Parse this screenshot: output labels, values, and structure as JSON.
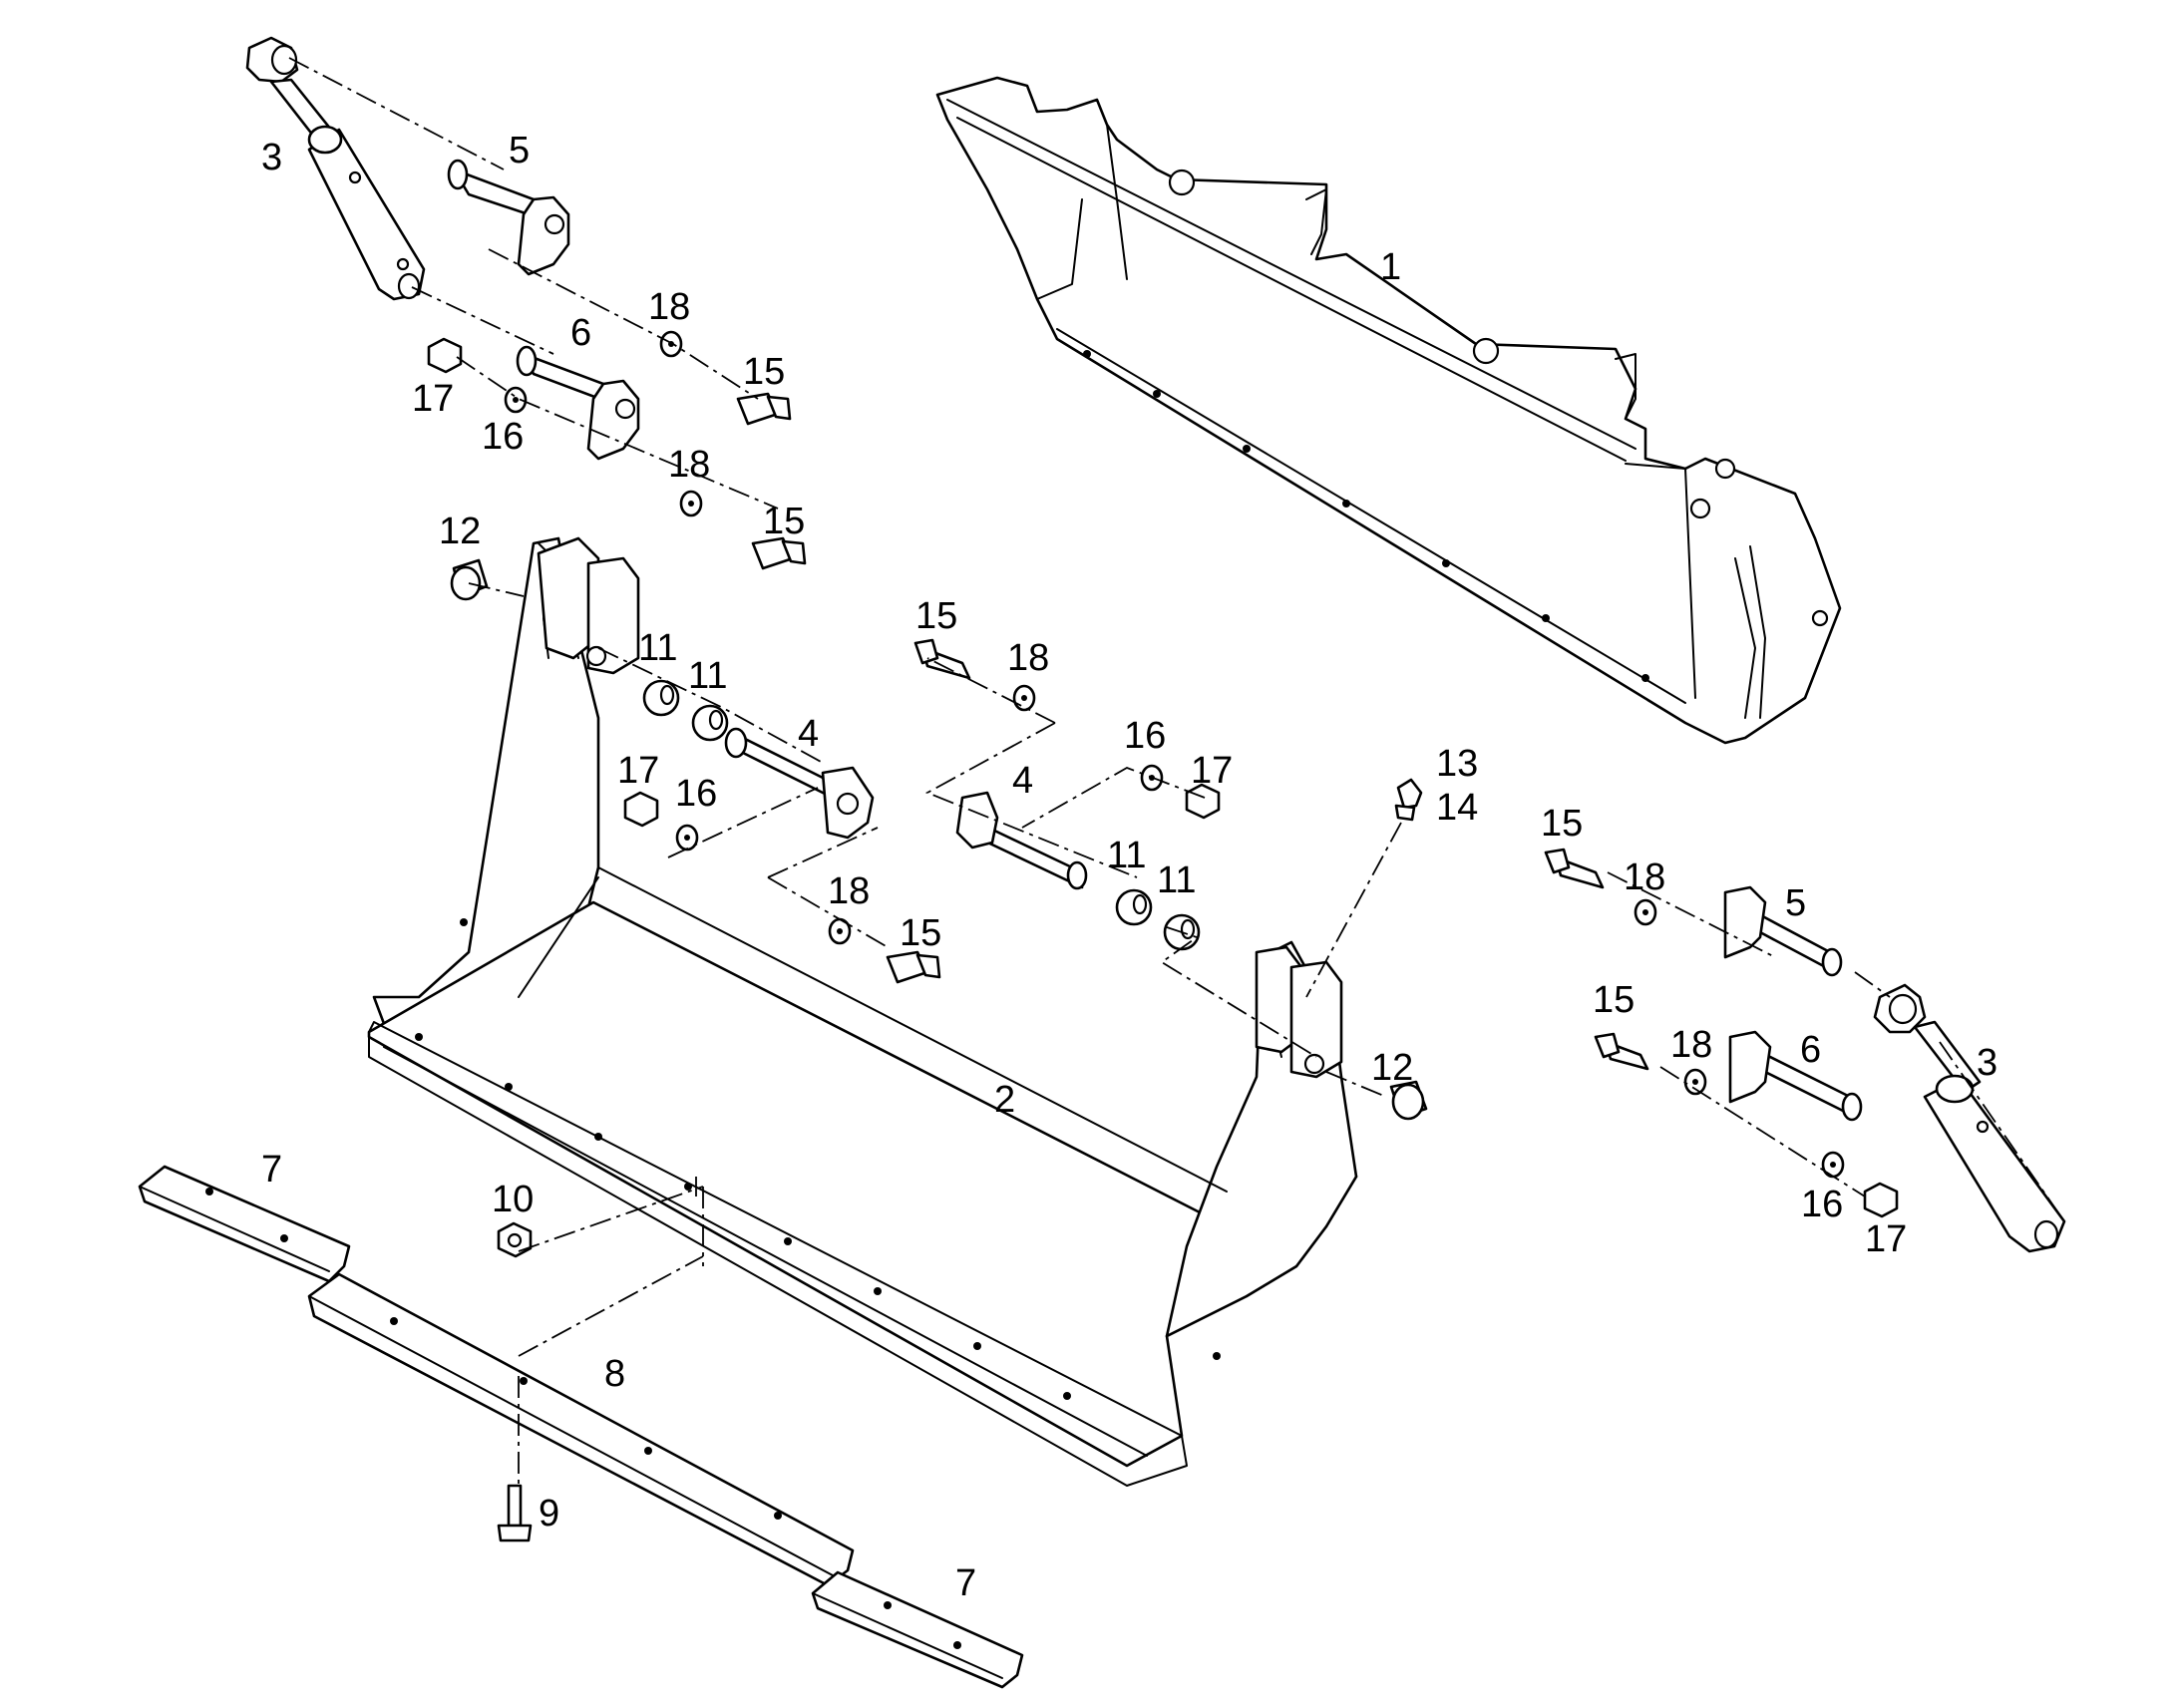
{
  "callouts": {
    "c1": "1",
    "c2": "2",
    "c3a": "3",
    "c3b": "3",
    "c4a": "4",
    "c4b": "4",
    "c5a": "5",
    "c5b": "5",
    "c6a": "6",
    "c6b": "6",
    "c7a": "7",
    "c7b": "7",
    "c8": "8",
    "c9": "9",
    "c10": "10",
    "c11a": "11",
    "c11b": "11",
    "c11c": "11",
    "c11d": "11",
    "c12a": "12",
    "c12b": "12",
    "c13": "13",
    "c14": "14",
    "c15a": "15",
    "c15b": "15",
    "c15c": "15",
    "c15d": "15",
    "c15e": "15",
    "c15f": "15",
    "c16a": "16",
    "c16b": "16",
    "c16c": "16",
    "c16d": "16",
    "c17a": "17",
    "c17b": "17",
    "c17c": "17",
    "c17d": "17",
    "c18a": "18",
    "c18b": "18",
    "c18c": "18",
    "c18d": "18",
    "c18e": "18",
    "c18f": "18"
  }
}
